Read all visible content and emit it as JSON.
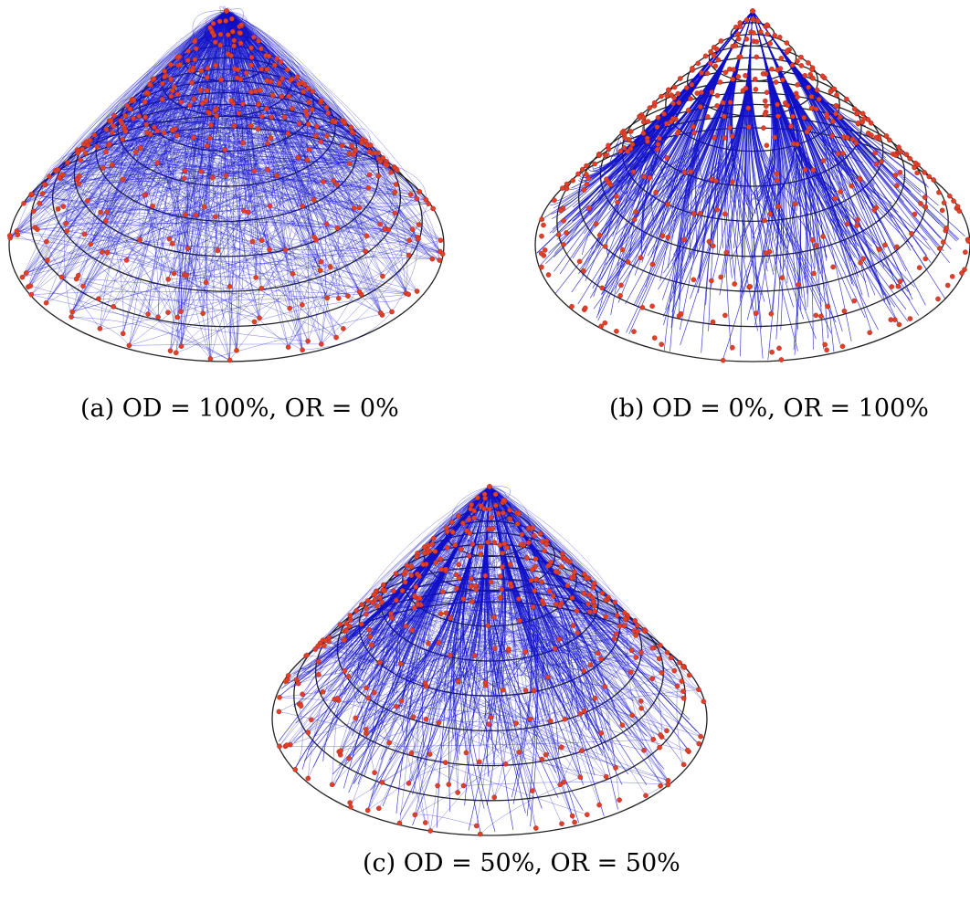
{
  "figure": {
    "panels": [
      {
        "id": "a",
        "caption": "(a) OD = 100%, OR = 0%",
        "od_percent": 100,
        "or_percent": 0
      },
      {
        "id": "b",
        "caption": "(b) OD = 0%, OR = 100%",
        "od_percent": 0,
        "or_percent": 100
      },
      {
        "id": "c",
        "caption": "(c) OD = 50%, OR = 50%",
        "od_percent": 50,
        "or_percent": 50
      }
    ],
    "colors": {
      "edge": "#1010c8",
      "node": "#e0402a",
      "node_stroke": "#a02010",
      "ring": "#222222"
    },
    "structure": {
      "shape": "cone",
      "ring_count": 10
    }
  }
}
